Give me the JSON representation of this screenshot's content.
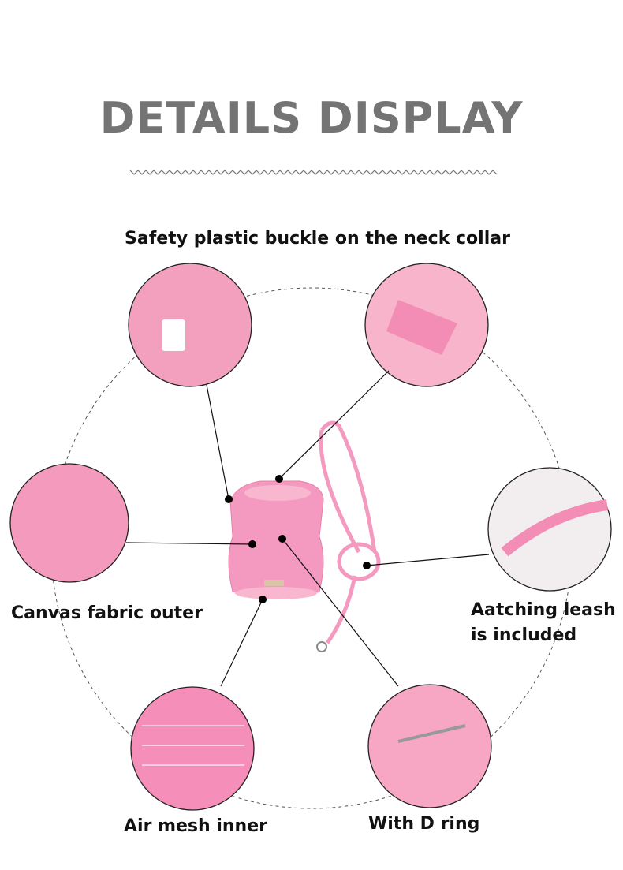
{
  "header": {
    "title": "DETAILS DISPLAY"
  },
  "callouts": {
    "buckle": "Safety plastic buckle on the neck collar",
    "canvas": "Canvas fabric outer",
    "leash_line1": "Aatching leash",
    "leash_line2": "is included",
    "mesh": "Air mesh inner",
    "dring": "With D ring"
  },
  "colors": {
    "pink": "#f7a6c4",
    "title": "#747474"
  }
}
